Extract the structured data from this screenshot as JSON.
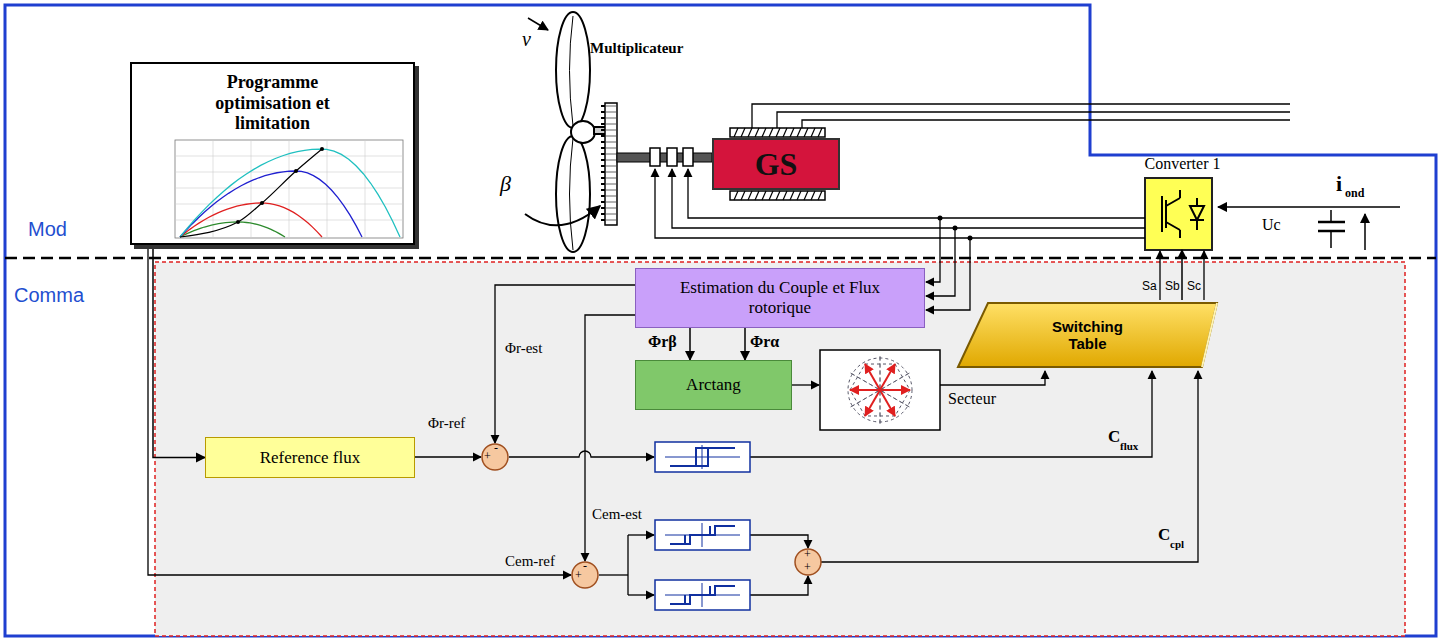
{
  "diagram": {
    "nodes": [
      {
        "text": [
          "Programme optimisation et limitation"
        ]
      },
      {
        "text": [
          "GS"
        ]
      },
      {
        "text": [
          "Converter 1"
        ]
      },
      {
        "text": [
          "Estimation du Couple et Flux rotorique"
        ]
      },
      {
        "text": [
          "Arctang"
        ]
      },
      {
        "text": [
          "Switching Table"
        ]
      },
      {
        "text": [
          "Reference flux"
        ]
      }
    ],
    "edges": [
      {
        "from": 0,
        "to": 6,
        "arrow": "to"
      },
      {
        "from": 3,
        "to": 4,
        "label": "Φrβ",
        "arrow": "to"
      },
      {
        "from": 3,
        "to": 4,
        "label": "Φrα",
        "arrow": "to"
      },
      {
        "from": 5,
        "to": 2,
        "arrow": "to"
      }
    ],
    "labels": [
      "Mod",
      "Comma",
      "v",
      "β",
      "Multiplicateur",
      "i",
      "ond",
      "Uc",
      "Sa",
      "Sb",
      "Sc",
      "Φr-est",
      "Φr-ref",
      "Secteur",
      "C",
      "flux",
      "Cem-est",
      "Cem-ref",
      "C",
      "cpl",
      "+",
      "-",
      "-",
      "+",
      "+",
      "+"
    ]
  }
}
